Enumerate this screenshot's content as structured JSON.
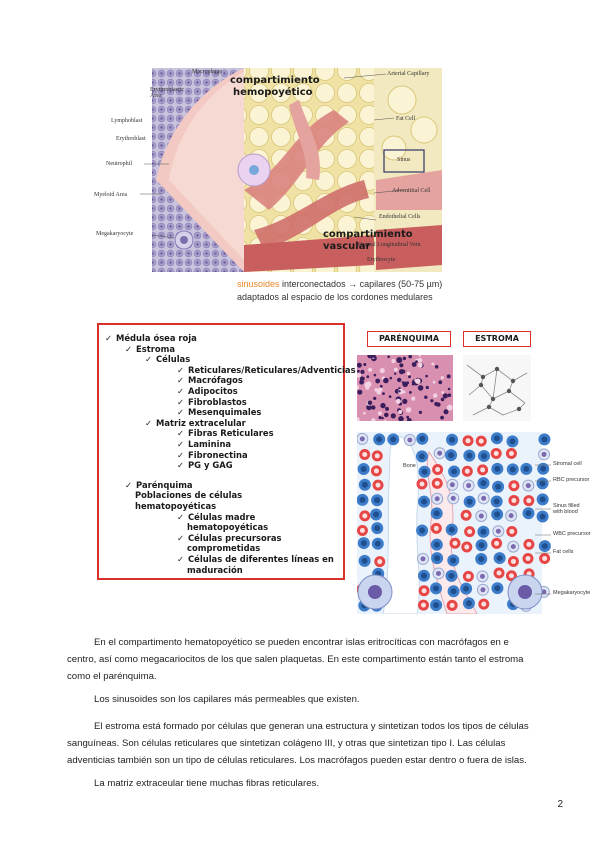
{
  "figure_top": {
    "labels": {
      "macrophage": "Macrophage",
      "erythroblastic_area": "Erythroblastic\nArea",
      "lymphoblast": "Lymphoblast",
      "erythroblast": "Erythroblast",
      "neutrophil": "Neutrophil",
      "myeloid_area": "Myeloid Area",
      "megakaryocyte": "Megakaryocyte",
      "arterial_capillary": "Arterial Capillary",
      "fat_cell": "Fat Cell",
      "sinus": "Sinus",
      "adventitial_cell": "Adventitial Cell",
      "endothelial_cells": "Endothelial Cells",
      "central_vein": "Central Longitudinal Vein",
      "erythrocyte": "Erythrocyte"
    },
    "annotation_hematopoietic_1": "compartimiento",
    "annotation_hematopoietic_2": "hemopoyético",
    "annotation_vascular_1": "compartimiento vascular",
    "caption_highlight": "sinusoides",
    "caption_line1_rest": " interconectados → capilares (50-75 µm)",
    "caption_line2": "adaptados al espacio de los cordones medulares",
    "colors": {
      "highlight": "#e8872a",
      "box": "#d9302a"
    }
  },
  "outline": {
    "check": "✓",
    "items": [
      {
        "text": "Médula ósea roja",
        "level": 0
      },
      {
        "text": "Estroma",
        "level": 1
      },
      {
        "text": "Células",
        "level": 2
      },
      {
        "text": "Reticulares/Reticulares/Adventicias",
        "level": 3
      },
      {
        "text": "Macrófagos",
        "level": 3
      },
      {
        "text": "Adipocitos",
        "level": 3
      },
      {
        "text": "Fibroblastos",
        "level": 3
      },
      {
        "text": "Mesenquimales",
        "level": 3
      },
      {
        "text": "Matriz extracelular",
        "level": 2
      },
      {
        "text": "Fibras Reticulares",
        "level": 3
      },
      {
        "text": "Laminina",
        "level": 3
      },
      {
        "text": "Fibronectina",
        "level": 3
      },
      {
        "text": "PG y GAG",
        "level": 3
      },
      {
        "text": "Parénquima",
        "level": 1
      },
      {
        "text": "Poblaciones de células",
        "level": 1,
        "nocheck": true
      },
      {
        "text": "hematopoyéticas",
        "level": 1,
        "nocheck": true
      },
      {
        "text": "Células madre",
        "level": 3
      },
      {
        "text": "hematopoyéticas",
        "level": 3,
        "nocheck": true
      },
      {
        "text": "Células precursoras",
        "level": 3
      },
      {
        "text": "comprometidas",
        "level": 3,
        "nocheck": true
      },
      {
        "text": "Células de diferentes líneas en",
        "level": 3
      },
      {
        "text": "maduración",
        "level": 3,
        "nocheck": true
      }
    ]
  },
  "tags": {
    "parenquima": "PARÉNQUIMA",
    "estroma": "ESTROMA"
  },
  "schematic": {
    "bone": "Bone",
    "stromal": "Stromal cell",
    "rbc": "RBC precursor",
    "sinus": "Sinus filled\nwith blood",
    "wbc": "WBC precursor",
    "fat": "Fat cells",
    "mega": "Megakaryocyte"
  },
  "body": {
    "p1_l1": "En el compartimento hematopoyético se pueden encontrar islas eritrocíticas con macrófagos en e",
    "p1_l2": "centro, así como megacariocitos de los que salen plaquetas. En este compartimento están tanto el estroma",
    "p1_l3": "como el parénquima.",
    "p2": "Los sinusoides son los capilares más permeables que existen.",
    "p3_l1": "El estroma está formado por células que generan una estructura y sintetizan todos los tipos de células",
    "p3_l2": "sanguíneas. Son células reticulares que sintetizan colágeno III, y otras que sintetizan tipo I. Las células",
    "p3_l3": "adventicias también son un tipo de células reticulares. Los macrófagos pueden estar dentro o fuera de islas.",
    "p4": "La matriz extraceular tiene muchas fibras reticulares.",
    "page_number": "2"
  }
}
